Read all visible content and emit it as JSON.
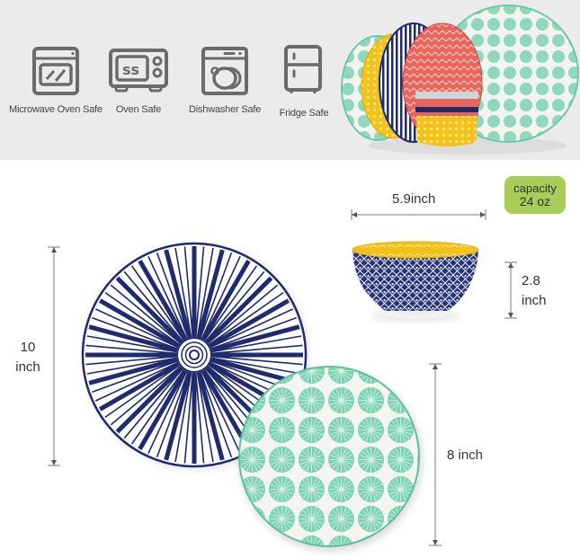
{
  "features": [
    {
      "icon": "microwave-icon",
      "label": "Microwave Oven Safe"
    },
    {
      "icon": "oven-icon",
      "label": "Oven Safe"
    },
    {
      "icon": "dishwasher-icon",
      "label": "Dishwasher Safe"
    },
    {
      "icon": "fridge-icon",
      "label": "Fridge Safe"
    }
  ],
  "bowl": {
    "width_label": "5.9inch",
    "height_value": "2.8",
    "height_unit": "inch",
    "capacity_label": "capacity",
    "capacity_value": "24 oz"
  },
  "dinner_plate": {
    "size_value": "10",
    "size_unit": "inch"
  },
  "salad_plate": {
    "size_label": "8 inch"
  },
  "colors": {
    "banner_bg": "#ebebeb",
    "icon_gray": "#6b6b6b",
    "navy": "#1f2b6b",
    "teal": "#6cc9a8",
    "yellow": "#f2c318",
    "coral": "#e8655e",
    "capacity_badge": "#a6cd57"
  }
}
